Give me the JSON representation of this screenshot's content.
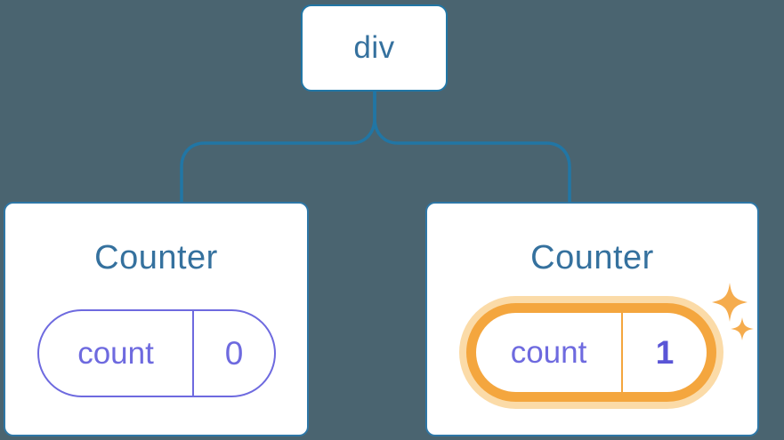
{
  "colors": {
    "background": "#4A6470",
    "line_blue": "#2176A5",
    "node_border_blue": "#2176A5",
    "card_border_blue": "#2E77A6",
    "title_blue": "#35719E",
    "state_purple": "#6E6ADF",
    "changed_value_purple": "#5A55D6",
    "highlight_orange": "#F4A63E",
    "highlight_orange_halo": "#FBDBA8",
    "card_background": "#FFFFFF"
  },
  "tree": {
    "root": {
      "label": "div"
    },
    "children": [
      {
        "title": "Counter",
        "state_key": "count",
        "state_value": "0",
        "highlighted": false
      },
      {
        "title": "Counter",
        "state_key": "count",
        "state_value": "1",
        "highlighted": true,
        "decoration": "sparkles-icon"
      }
    ]
  }
}
